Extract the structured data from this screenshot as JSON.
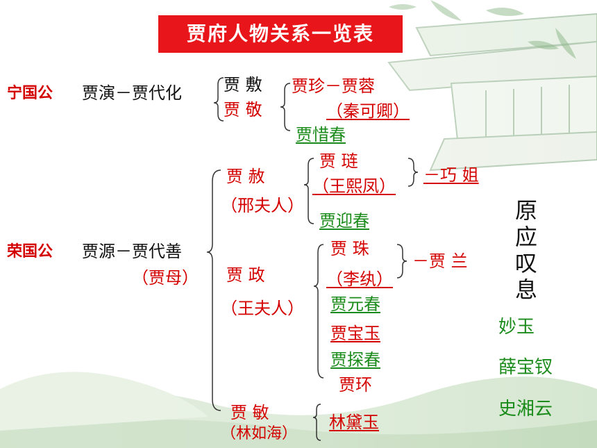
{
  "title": "贾府人物关系一览表",
  "ningguo": {
    "gong": "宁国公",
    "line": "贾演－贾代化",
    "jia_fu": "贾  敷",
    "jia_jing": "贾   敬",
    "jia_zhen": "贾珍－贾蓉",
    "qin_keqing": "（秦可卿）",
    "xichun": "贾惜春"
  },
  "rongguo": {
    "gong": "荣国公",
    "line": "贾源－贾代善",
    "mother": "（贾母）",
    "jia_she": "贾   赦",
    "xing": "（邢夫人）",
    "jia_lian": "贾     琏",
    "wang_xifeng": "（王熙凤）",
    "qiaojie": "－巧 姐",
    "yingchun": "贾迎春",
    "jia_zheng": "贾   政",
    "wang": "（王夫人）",
    "jia_zhu": "贾     珠",
    "li_wan": "（李纨）",
    "jia_lan": "－贾  兰",
    "yuanchun": "贾元春",
    "baoyu": "贾宝玉",
    "tanchun": "贾探春",
    "jia_huan": "贾环",
    "jia_min": "贾     敏",
    "lin_ruhai": "（林如海）",
    "daiyu": "林黛玉"
  },
  "sigh": [
    "原",
    "应",
    "叹",
    "息"
  ],
  "others": [
    "妙玉",
    "薛宝钗",
    "史湘云"
  ],
  "colors": {
    "title_bg": "#e8161a",
    "red": "#d40000",
    "green": "#1b8c1b"
  }
}
